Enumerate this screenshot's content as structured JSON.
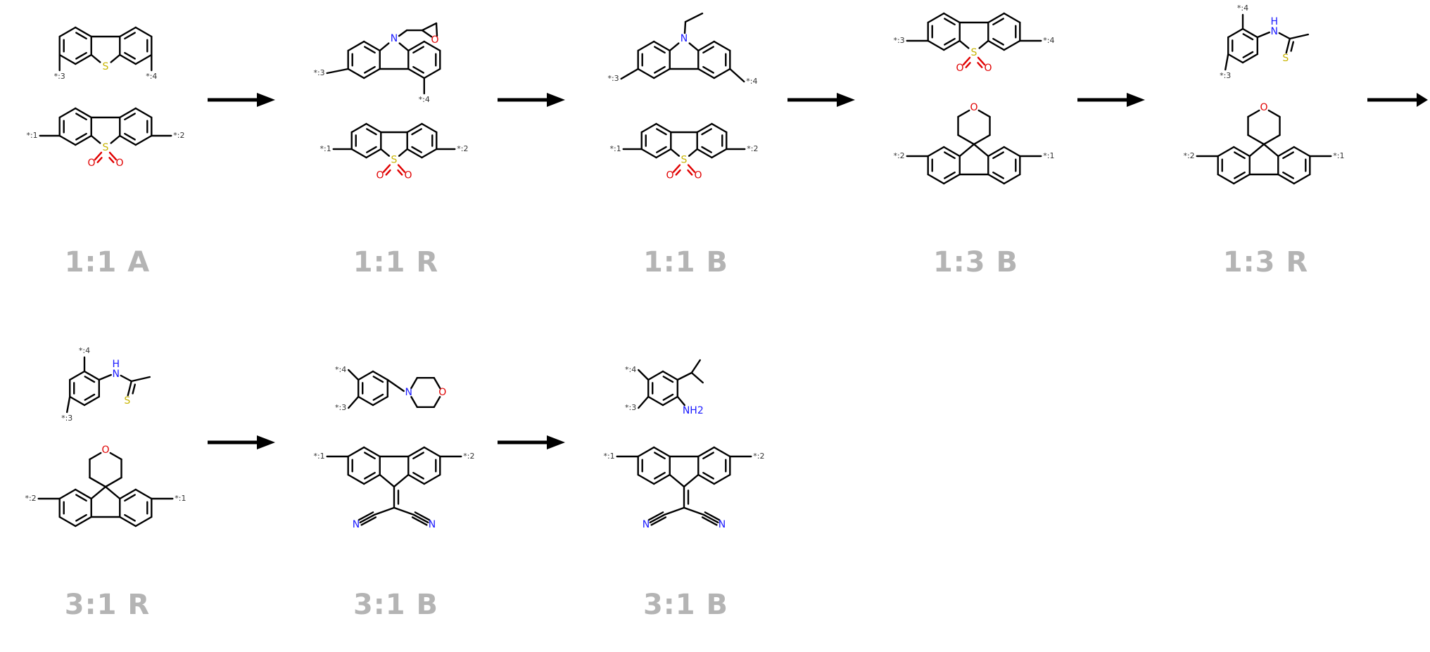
{
  "panels": [
    {
      "id": "p1",
      "label": "1:1 A"
    },
    {
      "id": "p2",
      "label": "1:1 R"
    },
    {
      "id": "p3",
      "label": "1:1 B"
    },
    {
      "id": "p4",
      "label": "1:3 B"
    },
    {
      "id": "p5",
      "label": "1:3 R"
    },
    {
      "id": "p6",
      "label": "3:1 R"
    },
    {
      "id": "p7",
      "label": "3:1 B"
    },
    {
      "id": "p8",
      "label": "3:1 B"
    }
  ],
  "rgroups": {
    "r1": "*:1",
    "r2": "*:2",
    "r3": "*:3",
    "r4": "*:4"
  },
  "atoms": {
    "S": "S",
    "O": "O",
    "N": "N",
    "H": "H",
    "NH2": "NH2",
    "CN_N": "N"
  },
  "colors": {
    "sulfur": "#c8b400",
    "oxygen": "#e00000",
    "nitrogen": "#1a1aff",
    "label": "#b4b4b4",
    "arrow": "#000000"
  }
}
